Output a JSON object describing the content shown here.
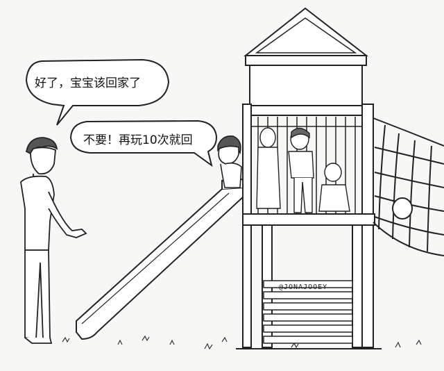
{
  "dialogue": {
    "parent_line": "好了，宝宝该回家了",
    "child_line": "不要！再玩10次就回"
  },
  "signature": "@JONAJOOEY",
  "colors": {
    "background": "#f7f7f5",
    "ink": "#222222",
    "shade": "#cfcfcf",
    "hair": "#555555"
  }
}
